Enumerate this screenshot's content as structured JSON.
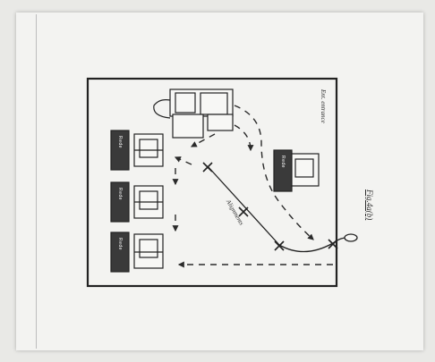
{
  "caption": "Fig.4a(b)",
  "entrance_label": "Ent. entrance",
  "path_label": "Alignments",
  "station_labels": [
    "Rede",
    "Rede",
    "Rede",
    "Rede"
  ],
  "colors": {
    "paper": "#f3f3f1",
    "ink": "#2a2a2a",
    "label_block": "#3a3a3a"
  }
}
